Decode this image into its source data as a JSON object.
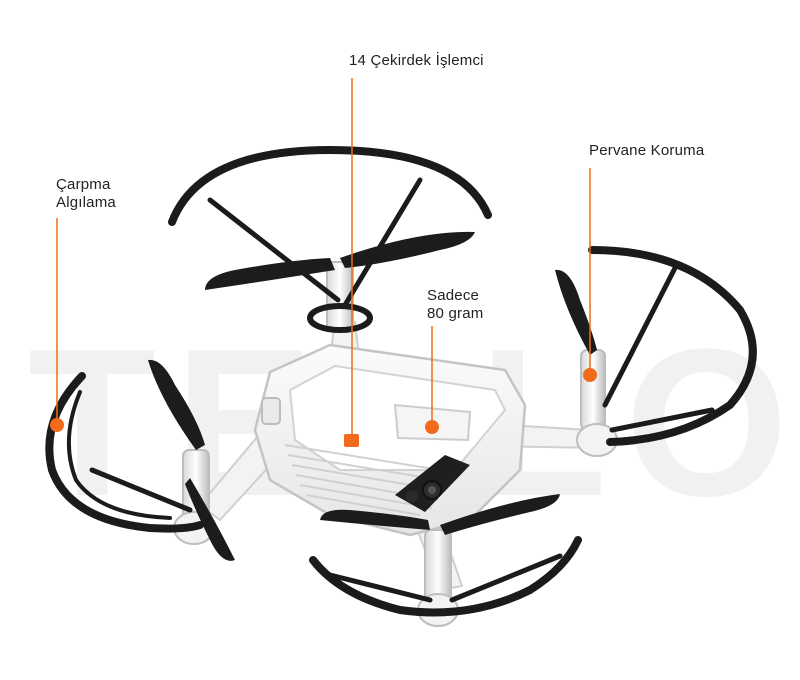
{
  "watermark": {
    "text": "TELLO"
  },
  "colors": {
    "accent": "#f26a1b",
    "guard": "#1b1b1b",
    "body_outline": "#c9c9c9",
    "body_fill": "#f6f6f6",
    "watermark": "#f1f1f1"
  },
  "callouts": [
    {
      "id": "processor",
      "text": "14 Çekirdek İşlemci"
    },
    {
      "id": "propeller-guard",
      "text": "Pervane Koruma"
    },
    {
      "id": "collision",
      "text": "Çarpma\nAlgılama"
    },
    {
      "id": "weight",
      "text": "Sadece\n80 gram"
    }
  ],
  "icons": [
    "drone-illustration",
    "callout-dot",
    "camera-lens-icon",
    "propeller-icon",
    "propeller-guard-icon"
  ]
}
